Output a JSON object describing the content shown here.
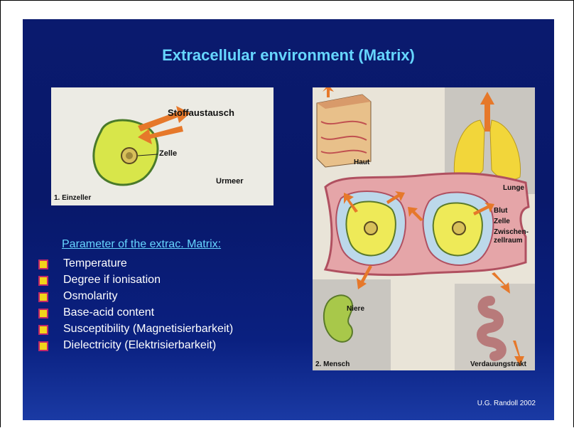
{
  "slide": {
    "title": "Extracellular environment (Matrix)",
    "credit": "U.G. Randoll 2002"
  },
  "figure1": {
    "label_exchange": "Stoffaustausch",
    "label_cell": "Zelle",
    "label_ocean": "Urmeer",
    "caption": "1. Einzeller"
  },
  "figure2": {
    "label_skin": "Haut",
    "label_lung": "Lunge",
    "label_blood": "Blut",
    "label_cell": "Zelle",
    "label_interstitial_1": "Zwischen-",
    "label_interstitial_2": "zellraum",
    "label_kidney": "Niere",
    "caption": "2. Mensch",
    "label_digestive": "Verdauungstrakt"
  },
  "parameters": {
    "heading": "Parameter of the extrac. Matrix:",
    "items": [
      "Temperature",
      "Degree if ionisation",
      "Osmolarity",
      "Base-acid content",
      "Susceptibility (Magnetisierbarkeit)",
      "Dielectricity (Elektrisierbarkeit)"
    ]
  },
  "colors": {
    "background": "#0a1a6e",
    "title": "#66d6ff",
    "bullet_fill": "#f2d41a",
    "bullet_border": "#c0286a"
  }
}
